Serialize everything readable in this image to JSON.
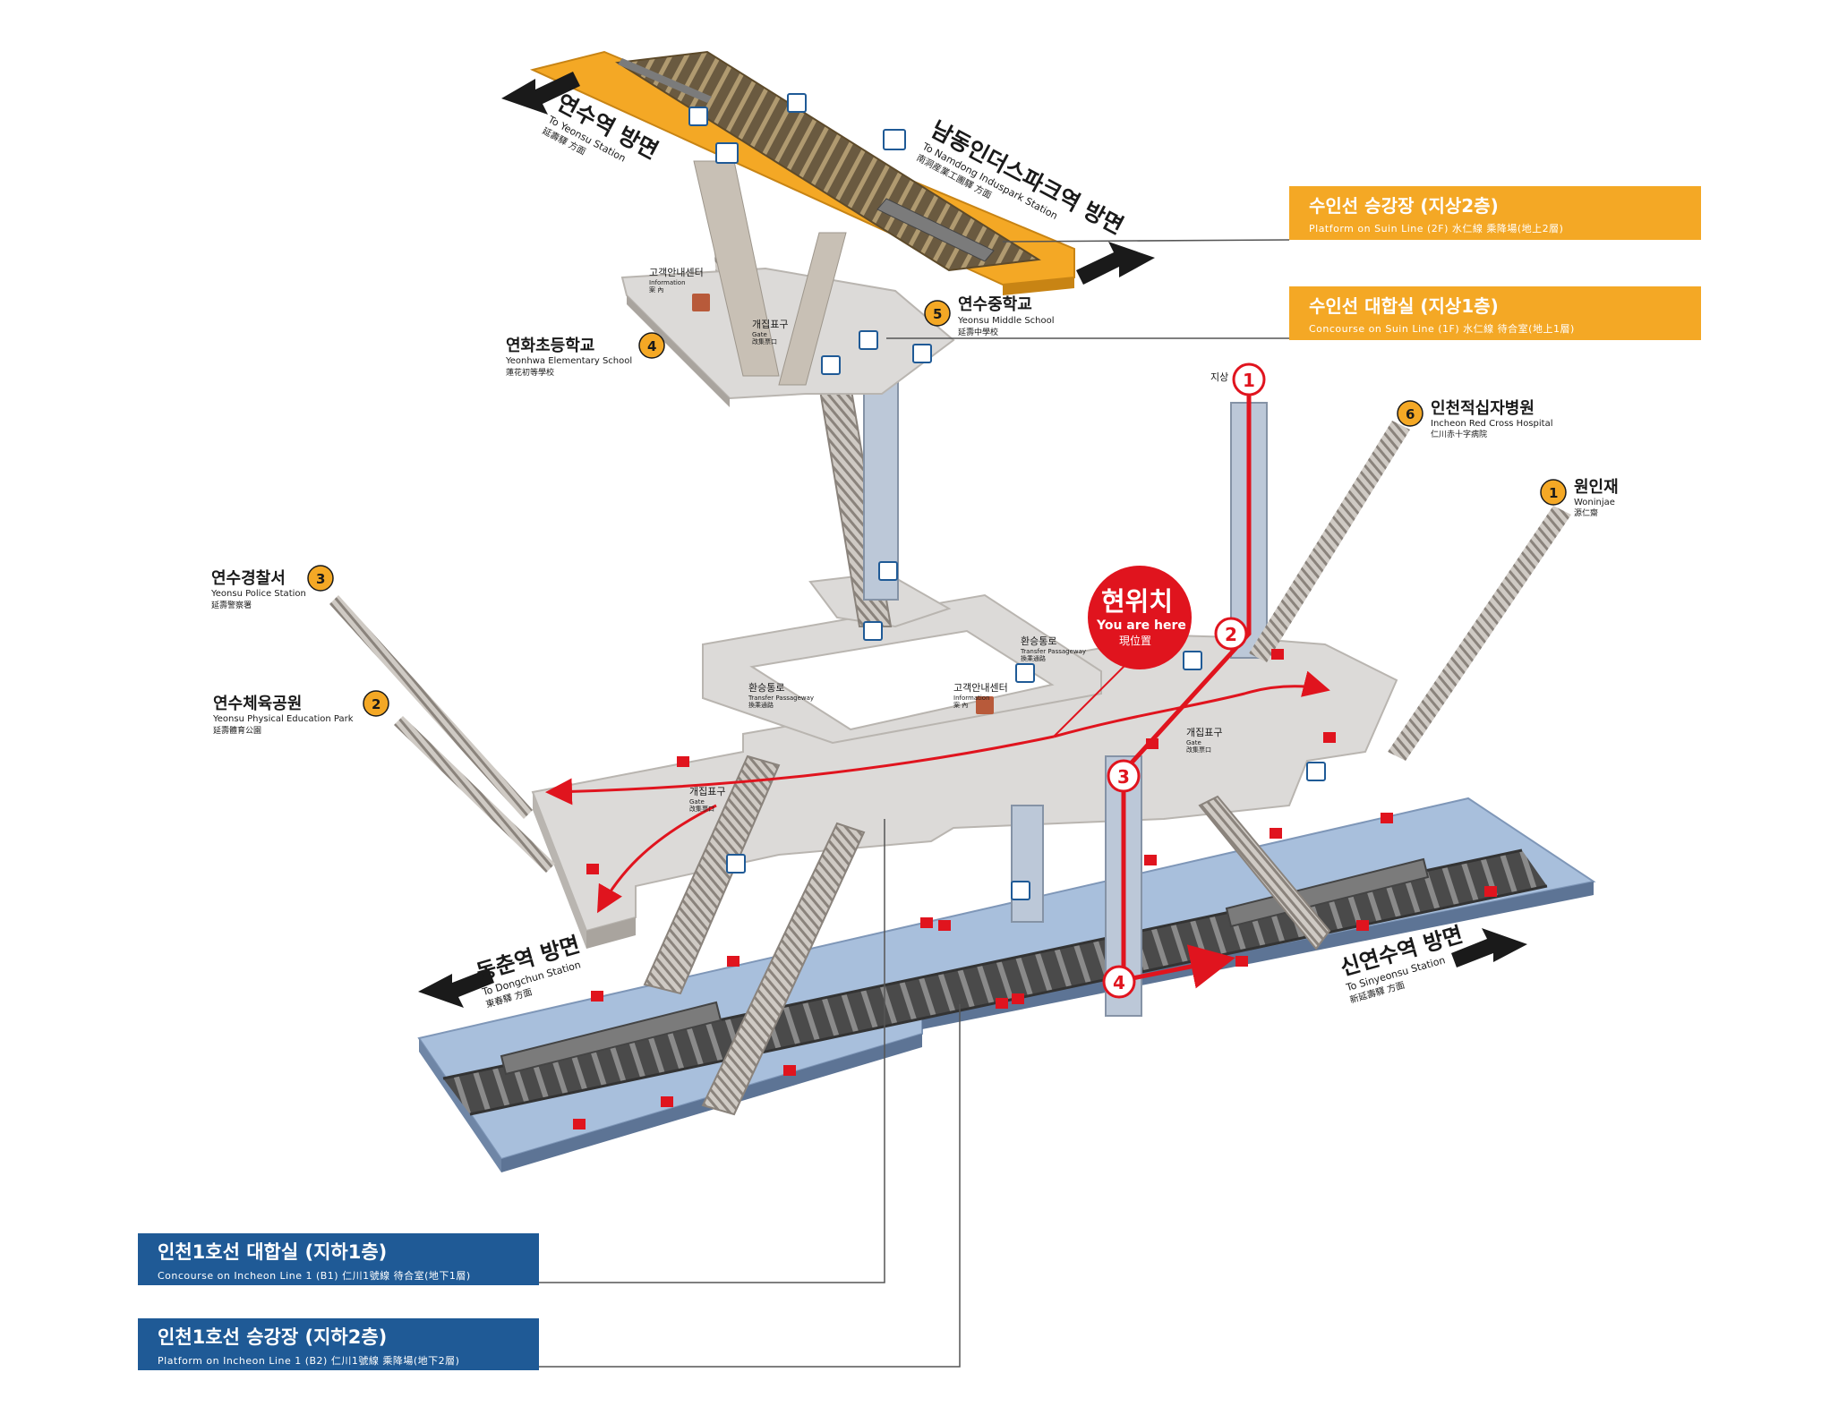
{
  "levels": {
    "suin_platform": {
      "title": "수인선 승강장 (지상2층)",
      "sub": "Platform on Suin Line (2F)  水仁線 乘降場(地上2層)"
    },
    "suin_concourse": {
      "title": "수인선 대합실 (지상1층)",
      "sub": "Concourse on Suin Line (1F)  水仁線 待合室(地上1層)"
    },
    "incheon_concourse": {
      "title": "인천1호선 대합실 (지하1층)",
      "sub": "Concourse on Incheon Line 1 (B1)  仁川1號線 待合室(地下1層)"
    },
    "incheon_platform": {
      "title": "인천1호선 승강장 (지하2층)",
      "sub": "Platform on Incheon Line 1 (B2)  仁川1號線 乘降場(地下2層)"
    }
  },
  "directions": {
    "yeonsu": {
      "ko": "연수역 방면",
      "en": "To Yeonsu Station",
      "cn": "延壽驛 方面"
    },
    "namdong": {
      "ko": "남동인더스파크역 방면",
      "en": "To Namdong Induspark Station",
      "cn": "南洞産業工團驛 方面"
    },
    "dongchun": {
      "ko": "동춘역 방면",
      "en": "To Dongchun Station",
      "cn": "東春驛 方面"
    },
    "sinyeonsu": {
      "ko": "신연수역 방면",
      "en": "To Sinyeonsu Station",
      "cn": "新延壽驛 方面"
    }
  },
  "exits": {
    "e1": {
      "num": "1",
      "ko": "원인재",
      "en": "Woninjae",
      "cn": "源仁齋"
    },
    "e2": {
      "num": "2",
      "ko": "연수체육공원",
      "en": "Yeonsu Physical Education Park",
      "cn": "延壽體育公園"
    },
    "e3": {
      "num": "3",
      "ko": "연수경찰서",
      "en": "Yeonsu Police Station",
      "cn": "延壽警察署"
    },
    "e4": {
      "num": "4",
      "ko": "연화초등학교",
      "en": "Yeonhwa Elementary School",
      "cn": "蓮花初等學校"
    },
    "e5": {
      "num": "5",
      "ko": "연수중학교",
      "en": "Yeonsu Middle School",
      "cn": "延壽中學校"
    },
    "e6": {
      "num": "6",
      "ko": "인천적십자병원",
      "en": "Incheon Red Cross Hospital",
      "cn": "仁川赤十字病院"
    }
  },
  "you_are_here": {
    "ko": "현위치",
    "en": "You are here",
    "cn": "現位置"
  },
  "route_steps": [
    "1",
    "2",
    "3",
    "4"
  ],
  "ground_label": "지상",
  "facility_labels": {
    "info_center": "고객안내센터",
    "info_sub": "Information",
    "info_cn": "案 內",
    "gate": "개집표구",
    "gate_en": "Gate",
    "gate_cn": "改集票口",
    "transfer": "환승통로",
    "transfer_en": "Transfer Passageway",
    "transfer_cn": "換乘通路"
  },
  "colors": {
    "suin_orange": "#f4a825",
    "incheon_blue": "#1f5a96",
    "route_red": "#e0141e",
    "floor_gray": "#dcdad8",
    "platform_blue": "#a8bfdc"
  }
}
